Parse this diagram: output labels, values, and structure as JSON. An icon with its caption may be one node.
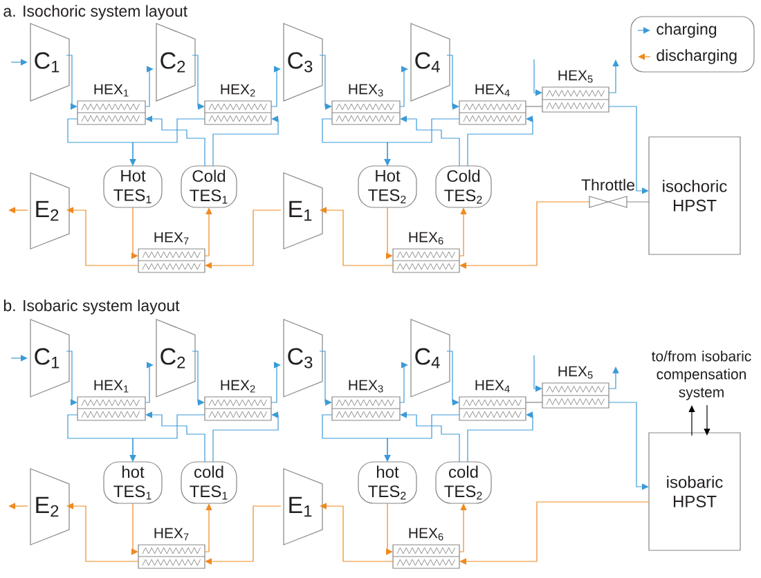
{
  "diagram": {
    "nodes": [
      {
        "text": [
          "C$_{1}$"
        ]
      },
      {
        "text": [
          "HEX$_{1}$"
        ]
      },
      {
        "text": [
          "C$_{2}$"
        ]
      },
      {
        "text": [
          "HEX$_{2}$"
        ]
      },
      {
        "text": [
          "C$_{3}$"
        ]
      },
      {
        "text": [
          "HEX$_{3}$"
        ]
      },
      {
        "text": [
          "C$_{4}$"
        ]
      },
      {
        "text": [
          "HEX$_{4}$"
        ]
      },
      {
        "text": [
          "HEX$_{5}$"
        ]
      },
      {
        "text": [
          "Hot TES$_{1}$"
        ]
      },
      {
        "text": [
          "Cold TES$_{1}$"
        ]
      },
      {
        "text": [
          "Hot TES$_{2}$"
        ]
      },
      {
        "text": [
          "Cold TES$_{2}$"
        ]
      },
      {
        "text": [
          "E$_{2}$"
        ]
      },
      {
        "text": [
          "HEX$_{7}$"
        ]
      },
      {
        "text": [
          "E$_{1}$"
        ]
      },
      {
        "text": [
          "HEX$_{6}$"
        ]
      },
      {
        "text": [
          "Throttle"
        ]
      },
      {
        "text": [
          "isochoric HPST"
        ]
      },
      {
        "text": [
          "C$_{1}$"
        ]
      },
      {
        "text": [
          "HEX$_{1}$"
        ]
      },
      {
        "text": [
          "C$_{2}$"
        ]
      },
      {
        "text": [
          "HEX$_{2}$"
        ]
      },
      {
        "text": [
          "C$_{3}$"
        ]
      },
      {
        "text": [
          "HEX$_{3}$"
        ]
      },
      {
        "text": [
          "C$_{4}$"
        ]
      },
      {
        "text": [
          "HEX$_{4}$"
        ]
      },
      {
        "text": [
          "HEX$_{5}$"
        ]
      },
      {
        "text": [
          "to/from isobaric compensation system"
        ]
      },
      {
        "text": [
          "hot TES$_{1}$"
        ]
      },
      {
        "text": [
          "cold TES$_{1}$"
        ]
      },
      {
        "text": [
          "hot TES$_{2}$"
        ]
      },
      {
        "text": [
          "cold TES$_{2}$"
        ]
      },
      {
        "text": [
          "E$_{2}$"
        ]
      },
      {
        "text": [
          "HEX$_{7}$"
        ]
      },
      {
        "text": [
          "E$_{1}$"
        ]
      },
      {
        "text": [
          "HEX$_{6}$"
        ]
      },
      {
        "text": [
          "isobaric HPST"
        ]
      }
    ],
    "edges": [
      {
        "from": null,
        "to": 0,
        "arrow": "to",
        "color": "#3a9ad9"
      },
      {
        "from": 0,
        "to": 1,
        "arrow": "to",
        "color": "#3a9ad9"
      },
      {
        "from": 1,
        "to": 2,
        "arrow": "to",
        "color": "#3a9ad9"
      },
      {
        "from": 2,
        "to": 3,
        "arrow": "to",
        "color": "#3a9ad9"
      },
      {
        "from": 3,
        "to": 4,
        "arrow": "to",
        "color": "#3a9ad9"
      },
      {
        "from": 4,
        "to": 5,
        "arrow": "to",
        "color": "#3a9ad9"
      },
      {
        "from": 5,
        "to": 6,
        "arrow": "to",
        "color": "#3a9ad9"
      },
      {
        "from": 6,
        "to": 7,
        "arrow": "to",
        "color": "#3a9ad9"
      },
      {
        "from": 7,
        "to": 8,
        "arrow": "none"
      },
      {
        "from": null,
        "to": 8,
        "arrow": "to",
        "color": "#3a9ad9"
      },
      {
        "from": 8,
        "to": null,
        "arrow": "to",
        "color": "#3a9ad9"
      },
      {
        "from": 8,
        "to": 18,
        "arrow": "to",
        "color": "#3a9ad9"
      },
      {
        "from": 1,
        "to": 9,
        "arrow": "to",
        "color": "#3a9ad9"
      },
      {
        "from": 3,
        "to": 9,
        "arrow": "to",
        "color": "#3a9ad9"
      },
      {
        "from": 10,
        "to": 1,
        "arrow": "to",
        "color": "#3a9ad9"
      },
      {
        "from": 10,
        "to": 3,
        "arrow": "to",
        "color": "#3a9ad9"
      },
      {
        "from": 5,
        "to": 11,
        "arrow": "to",
        "color": "#3a9ad9"
      },
      {
        "from": 7,
        "to": 11,
        "arrow": "to",
        "color": "#3a9ad9"
      },
      {
        "from": 12,
        "to": 5,
        "arrow": "to",
        "color": "#3a9ad9"
      },
      {
        "from": 12,
        "to": 7,
        "arrow": "to",
        "color": "#3a9ad9"
      },
      {
        "from": 9,
        "to": 14,
        "arrow": "to",
        "color": "#f0891e"
      },
      {
        "from": 14,
        "to": 10,
        "arrow": "to",
        "color": "#f0891e"
      },
      {
        "from": 11,
        "to": 16,
        "arrow": "to",
        "color": "#f0891e"
      },
      {
        "from": 16,
        "to": 12,
        "arrow": "to",
        "color": "#f0891e"
      },
      {
        "from": 18,
        "to": 17,
        "arrow": "none"
      },
      {
        "from": 17,
        "to": 16,
        "arrow": "to",
        "color": "#f0891e"
      },
      {
        "from": 16,
        "to": 15,
        "arrow": "to",
        "color": "#f0891e"
      },
      {
        "from": 15,
        "to": 14,
        "arrow": "to",
        "color": "#f0891e"
      },
      {
        "from": 14,
        "to": 13,
        "arrow": "to",
        "color": "#f0891e"
      },
      {
        "from": 13,
        "to": null,
        "arrow": "to",
        "color": "#f0891e"
      },
      {
        "from": null,
        "to": 19,
        "arrow": "to",
        "color": "#3a9ad9"
      },
      {
        "from": 19,
        "to": 20,
        "arrow": "to",
        "color": "#3a9ad9"
      },
      {
        "from": 20,
        "to": 21,
        "arrow": "to",
        "color": "#3a9ad9"
      },
      {
        "from": 21,
        "to": 22,
        "arrow": "to",
        "color": "#3a9ad9"
      },
      {
        "from": 22,
        "to": 23,
        "arrow": "to",
        "color": "#3a9ad9"
      },
      {
        "from": 23,
        "to": 24,
        "arrow": "to",
        "color": "#3a9ad9"
      },
      {
        "from": 24,
        "to": 25,
        "arrow": "to",
        "color": "#3a9ad9"
      },
      {
        "from": 25,
        "to": 26,
        "arrow": "to",
        "color": "#3a9ad9"
      },
      {
        "from": 26,
        "to": 27,
        "arrow": "none"
      },
      {
        "from": null,
        "to": 27,
        "arrow": "to",
        "color": "#3a9ad9"
      },
      {
        "from": 27,
        "to": null,
        "arrow": "to",
        "color": "#3a9ad9"
      },
      {
        "from": 27,
        "to": 37,
        "arrow": "to",
        "color": "#3a9ad9"
      },
      {
        "from": 20,
        "to": 29,
        "arrow": "to",
        "color": "#3a9ad9"
      },
      {
        "from": 22,
        "to": 29,
        "arrow": "to",
        "color": "#3a9ad9"
      },
      {
        "from": 30,
        "to": 20,
        "arrow": "to",
        "color": "#3a9ad9"
      },
      {
        "from": 30,
        "to": 22,
        "arrow": "to",
        "color": "#3a9ad9"
      },
      {
        "from": 24,
        "to": 31,
        "arrow": "to",
        "color": "#3a9ad9"
      },
      {
        "from": 26,
        "to": 31,
        "arrow": "to",
        "color": "#3a9ad9"
      },
      {
        "from": 32,
        "to": 24,
        "arrow": "to",
        "color": "#3a9ad9"
      },
      {
        "from": 32,
        "to": 26,
        "arrow": "to",
        "color": "#3a9ad9"
      },
      {
        "from": 29,
        "to": 34,
        "arrow": "to",
        "color": "#f0891e"
      },
      {
        "from": 34,
        "to": 30,
        "arrow": "to",
        "color": "#f0891e"
      },
      {
        "from": 31,
        "to": 36,
        "arrow": "to",
        "color": "#f0891e"
      },
      {
        "from": 36,
        "to": 32,
        "arrow": "to",
        "color": "#f0891e"
      },
      {
        "from": 37,
        "to": 36,
        "arrow": "to",
        "color": "#f0891e"
      },
      {
        "from": 36,
        "to": 35,
        "arrow": "to",
        "color": "#f0891e"
      },
      {
        "from": 35,
        "to": 34,
        "arrow": "to",
        "color": "#f0891e"
      },
      {
        "from": 34,
        "to": 33,
        "arrow": "to",
        "color": "#f0891e"
      },
      {
        "from": 33,
        "to": null,
        "arrow": "to",
        "color": "#f0891e"
      },
      {
        "from": 37,
        "to": 28,
        "arrow": "to",
        "color": "#000000"
      },
      {
        "from": 28,
        "to": 37,
        "arrow": "to",
        "color": "#000000"
      }
    ],
    "labels": [
      "a. Isochoric system layout",
      "b. Isobaric system layout"
    ],
    "legend": [
      {
        "text": "charging"
      },
      {
        "text": "discharging"
      }
    ]
  }
}
